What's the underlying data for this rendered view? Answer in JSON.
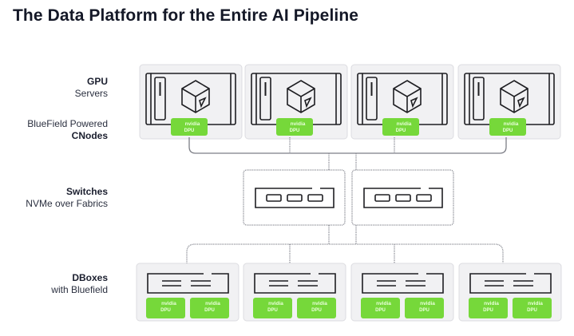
{
  "title": "The Data Platform for the Entire AI Pipeline",
  "rows": [
    {
      "id": "gpu",
      "lines": [
        {
          "text": "GPU",
          "bold": true
        },
        {
          "text": "Servers",
          "bold": false
        }
      ]
    },
    {
      "id": "cnodes",
      "lines": [
        {
          "text": "BlueField Powered",
          "bold": false
        },
        {
          "text": "CNodes",
          "bold": true
        }
      ]
    },
    {
      "id": "switches",
      "lines": [
        {
          "text": "Switches",
          "bold": true
        },
        {
          "text": "NVMe over Fabrics",
          "bold": false
        }
      ]
    },
    {
      "id": "dboxes",
      "lines": [
        {
          "text": "DBoxes",
          "bold": true
        },
        {
          "text": "with Bluefield",
          "bold": false
        }
      ]
    }
  ],
  "dpu_badge": {
    "brand": "nvidia",
    "label": "DPU",
    "color": "#76d83a"
  },
  "gpu_servers": {
    "count": 4,
    "dpus_each": 1
  },
  "switches": {
    "count": 2,
    "ports_each": 3
  },
  "dboxes": {
    "count": 4,
    "dpus_each": 2
  },
  "colors": {
    "title": "#141827",
    "panel": "#f1f1f3",
    "connector": "#8a8c94",
    "nvidia_green": "#76d83a"
  }
}
